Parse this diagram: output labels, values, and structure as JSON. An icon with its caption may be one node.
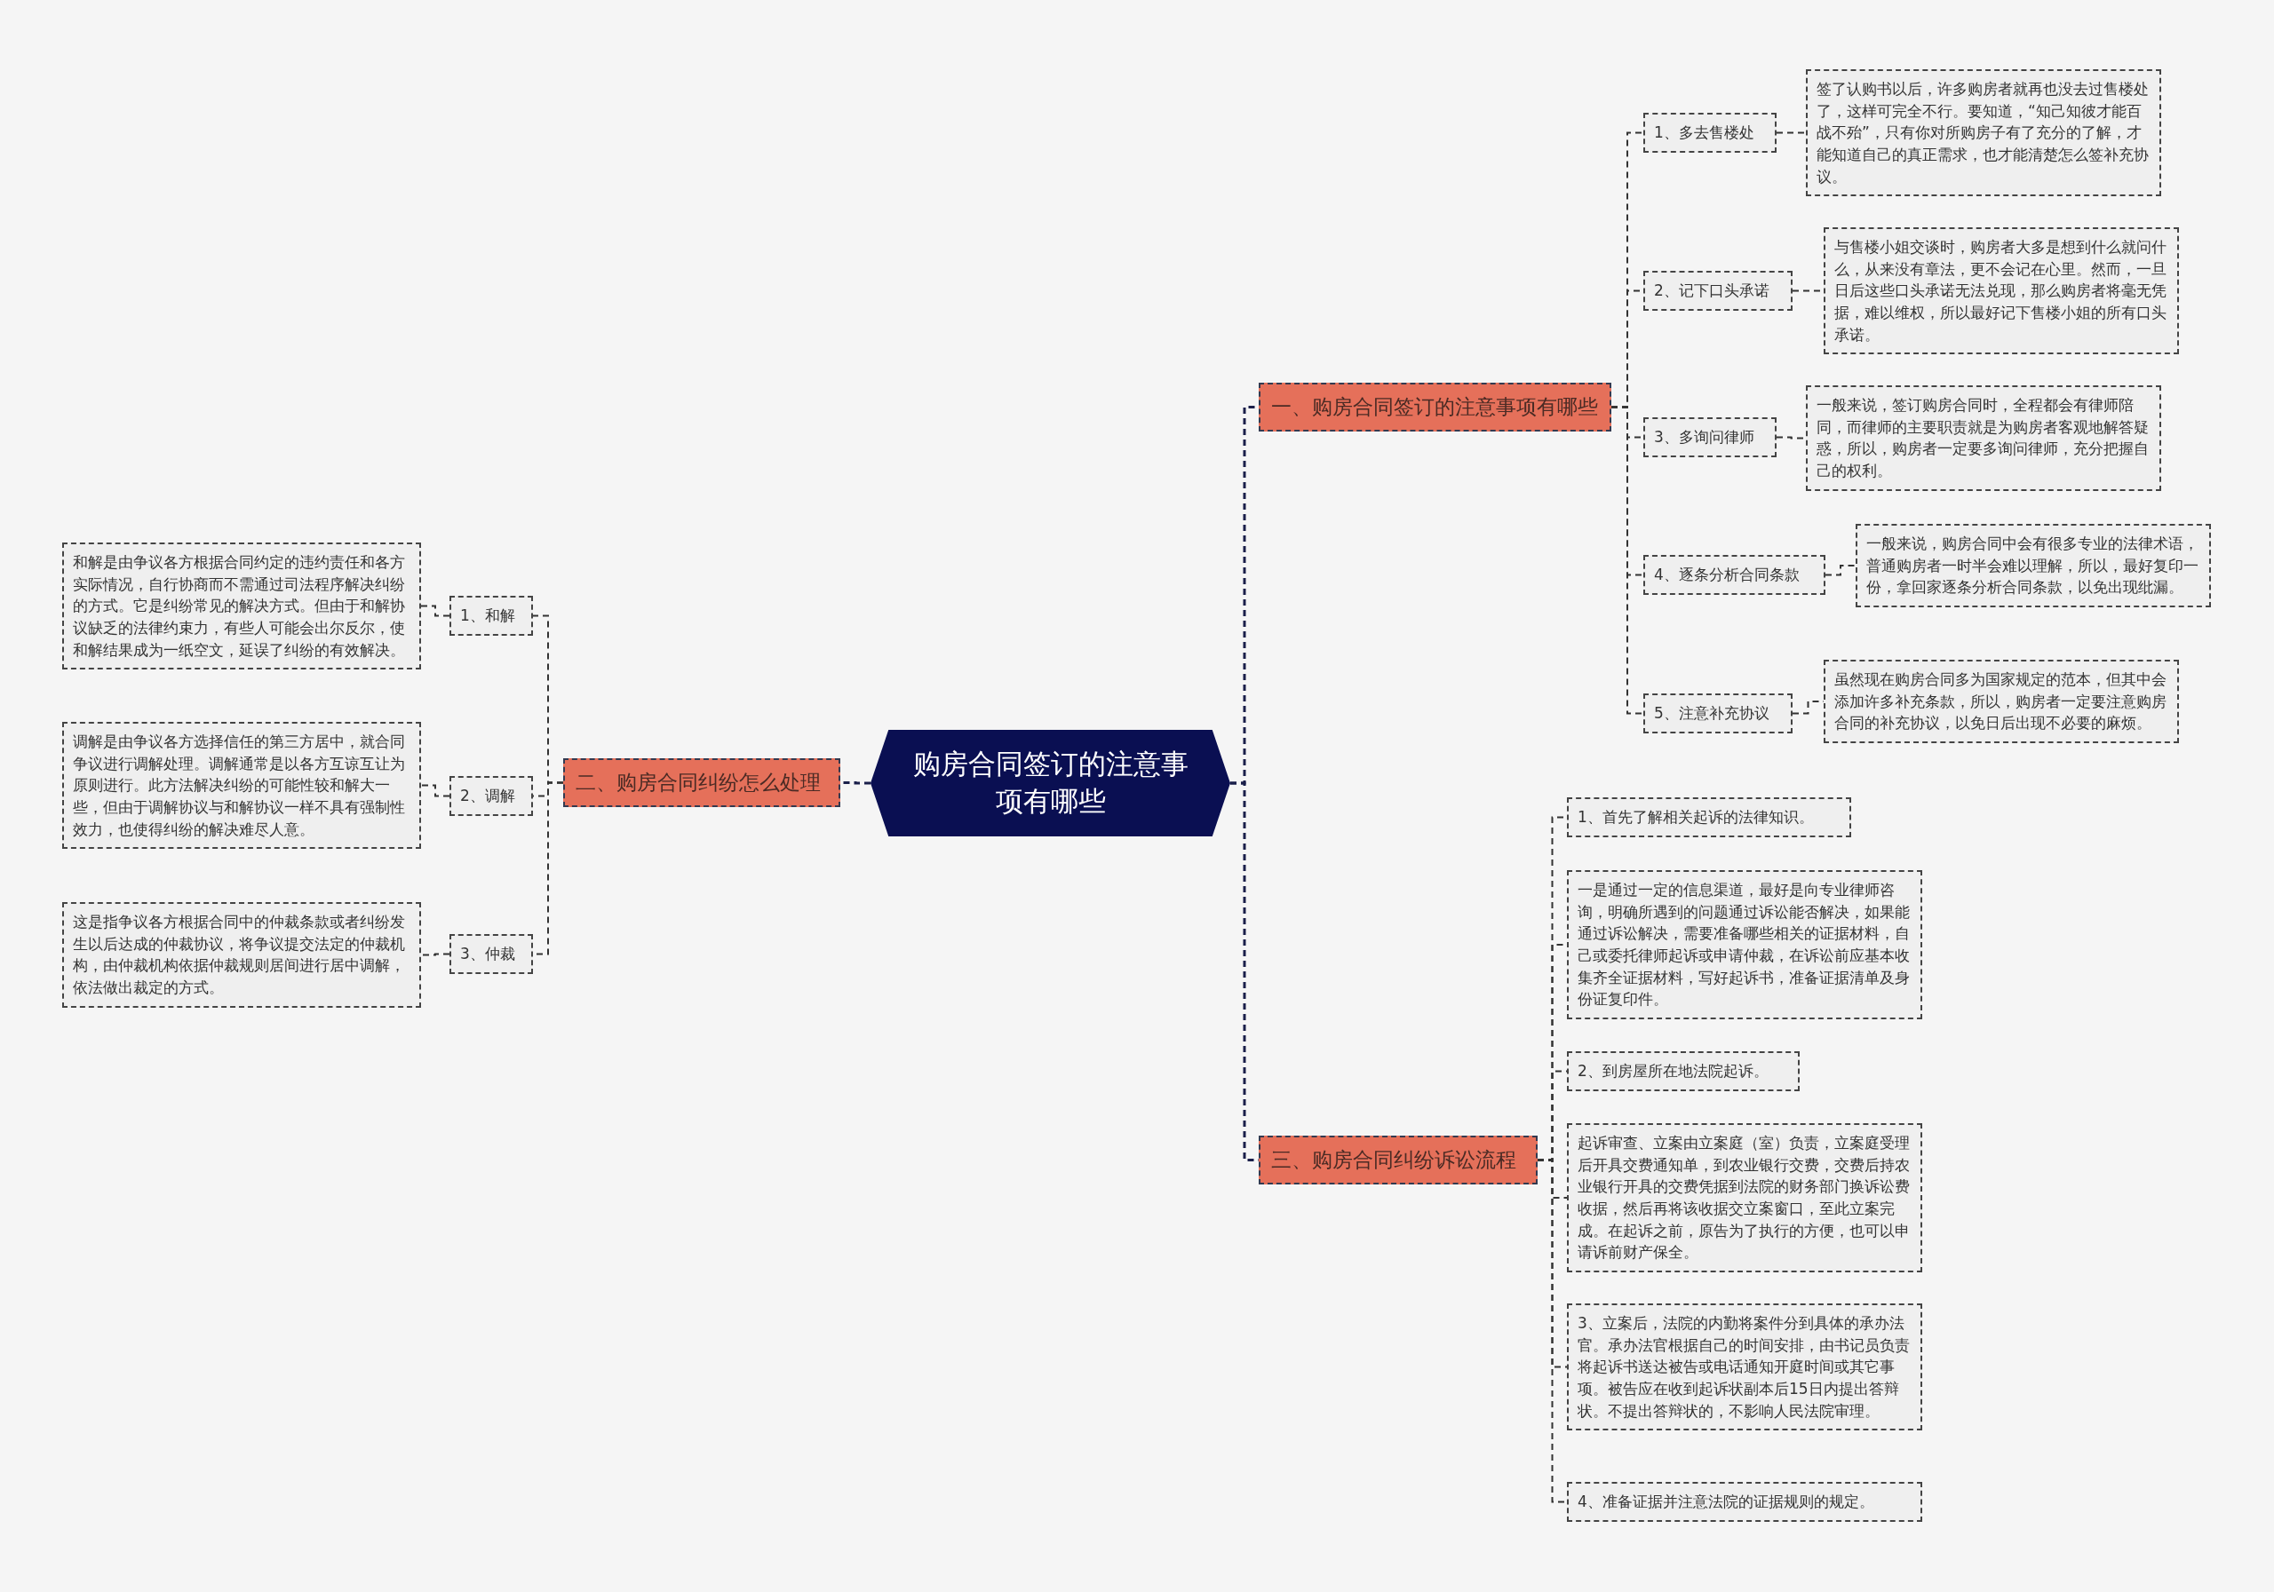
{
  "diagram": {
    "nodes": [
      {
        "text": [
          "购房合同签订的注意事项有哪些"
        ]
      },
      {
        "text": [
          "一、购房合同签订的注意事项有哪些"
        ]
      },
      {
        "text": [
          "1、多去售楼处"
        ]
      },
      {
        "text": [
          "签了认购书以后，许多购房者就再也没去过售楼处了，这样可完全不行。要知道，“知己知彼才能百战不殆”，只有你对所购房子有了充分的了解，才能知道自己的真正需求，也才能清楚怎么签补充协议。"
        ]
      },
      {
        "text": [
          "2、记下口头承诺"
        ]
      },
      {
        "text": [
          "与售楼小姐交谈时，购房者大多是想到什么就问什么，从来没有章法，更不会记在心里。然而，一旦日后这些口头承诺无法兑现，那么购房者将毫无凭据，难以维权，所以最好记下售楼小姐的所有口头承诺。"
        ]
      },
      {
        "text": [
          "3、多询问律师"
        ]
      },
      {
        "text": [
          "一般来说，签订购房合同时，全程都会有律师陪同，而律师的主要职责就是为购房者客观地解答疑惑，所以，购房者一定要多询问律师，充分把握自己的权利。"
        ]
      },
      {
        "text": [
          "4、逐条分析合同条款"
        ]
      },
      {
        "text": [
          "一般来说，购房合同中会有很多专业的法律术语，普通购房者一时半会难以理解，所以，最好复印一份，拿回家逐条分析合同条款，以免出现纰漏。"
        ]
      },
      {
        "text": [
          "5、注意补充协议"
        ]
      },
      {
        "text": [
          "虽然现在购房合同多为国家规定的范本，但其中会添加许多补充条款，所以，购房者一定要注意购房合同的补充协议，以免日后出现不必要的麻烦。"
        ]
      },
      {
        "text": [
          "二、购房合同纠纷怎么处理"
        ]
      },
      {
        "text": [
          "1、和解"
        ]
      },
      {
        "text": [
          "和解是由争议各方根据合同约定的违约责任和各方实际情况，自行协商而不需通过司法程序解决纠纷的方式。它是纠纷常见的解决方式。但由于和解协议缺乏的法律约束力，有些人可能会出尔反尔，使和解结果成为一纸空文，延误了纠纷的有效解决。"
        ]
      },
      {
        "text": [
          "2、调解"
        ]
      },
      {
        "text": [
          "调解是由争议各方选择信任的第三方居中，就合同争议进行调解处理。调解通常是以各方互谅互让为原则进行。此方法解决纠纷的可能性较和解大一些，但由于调解协议与和解协议一样不具有强制性效力，也使得纠纷的解决难尽人意。"
        ]
      },
      {
        "text": [
          "3、仲裁"
        ]
      },
      {
        "text": [
          "这是指争议各方根据合同中的仲裁条款或者纠纷发生以后达成的仲裁协议，将争议提交法定的仲裁机构，由仲裁机构依据仲裁规则居间进行居中调解，依法做出裁定的方式。"
        ]
      },
      {
        "text": [
          "三、购房合同纠纷诉讼流程"
        ]
      },
      {
        "text": [
          "1、首先了解相关起诉的法律知识。"
        ]
      },
      {
        "text": [
          "一是通过一定的信息渠道，最好是向专业律师咨询，明确所遇到的问题通过诉讼能否解决，如果能通过诉讼解决，需要准备哪些相关的证据材料，自己或委托律师起诉或申请仲裁，在诉讼前应基本收集齐全证据材料，写好起诉书，准备证据清单及身份证复印件。"
        ]
      },
      {
        "text": [
          "2、到房屋所在地法院起诉。"
        ]
      },
      {
        "text": [
          "起诉审查、立案由立案庭（室）负责，立案庭受理后开具交费通知单，到农业银行交费，交费后持农业银行开具的交费凭据到法院的财务部门换诉讼费收据，然后再将该收据交立案窗口，至此立案完成。在起诉之前，原告为了执行的方便，也可以申请诉前财产保全。"
        ]
      },
      {
        "text": [
          "3、立案后，法院的内勤将案件分到具体的承办法官。承办法官根据自己的时间安排，由书记员负责将起诉书送达被告或电话通知开庭时间或其它事项。被告应在收到起诉状副本后15日内提出答辩状。不提出答辩状的，不影响人民法院审理。"
        ]
      },
      {
        "text": [
          "4、准备证据并注意法院的证据规则的规定。"
        ]
      }
    ],
    "edges": [
      {
        "from": 0,
        "to": 1,
        "arrow": "none"
      },
      {
        "from": 1,
        "to": 2,
        "arrow": "none"
      },
      {
        "from": 2,
        "to": 3,
        "arrow": "none"
      },
      {
        "from": 1,
        "to": 4,
        "arrow": "none"
      },
      {
        "from": 4,
        "to": 5,
        "arrow": "none"
      },
      {
        "from": 1,
        "to": 6,
        "arrow": "none"
      },
      {
        "from": 6,
        "to": 7,
        "arrow": "none"
      },
      {
        "from": 1,
        "to": 8,
        "arrow": "none"
      },
      {
        "from": 8,
        "to": 9,
        "arrow": "none"
      },
      {
        "from": 1,
        "to": 10,
        "arrow": "none"
      },
      {
        "from": 10,
        "to": 11,
        "arrow": "none"
      },
      {
        "from": 0,
        "to": 12,
        "arrow": "none"
      },
      {
        "from": 12,
        "to": 13,
        "arrow": "none"
      },
      {
        "from": 13,
        "to": 14,
        "arrow": "none"
      },
      {
        "from": 12,
        "to": 15,
        "arrow": "none"
      },
      {
        "from": 15,
        "to": 16,
        "arrow": "none"
      },
      {
        "from": 12,
        "to": 17,
        "arrow": "none"
      },
      {
        "from": 17,
        "to": 18,
        "arrow": "none"
      },
      {
        "from": 0,
        "to": 19,
        "arrow": "none"
      },
      {
        "from": 19,
        "to": 20,
        "arrow": "none"
      },
      {
        "from": 19,
        "to": 21,
        "arrow": "none"
      },
      {
        "from": 19,
        "to": 22,
        "arrow": "none"
      },
      {
        "from": 19,
        "to": 23,
        "arrow": "none"
      },
      {
        "from": 19,
        "to": 24,
        "arrow": "none"
      },
      {
        "from": 19,
        "to": 25,
        "arrow": "none"
      }
    ]
  }
}
